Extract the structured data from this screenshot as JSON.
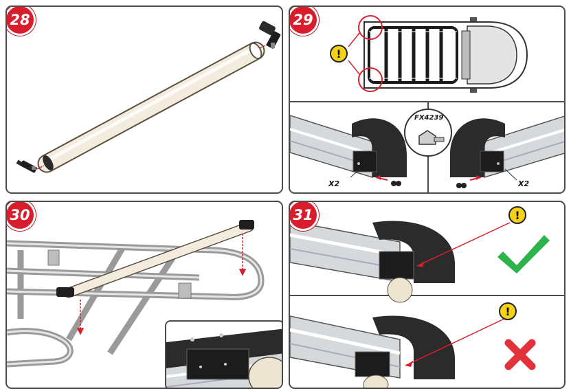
{
  "steps": [
    {
      "number": "28"
    },
    {
      "number": "29",
      "part_code": "FX4239",
      "qty_left": "X2",
      "qty_right": "X2"
    },
    {
      "number": "30"
    },
    {
      "number": "31"
    }
  ],
  "icons": {
    "warning": "warning-exclamation-icon",
    "correct": "green-checkmark-icon",
    "incorrect": "red-cross-icon"
  },
  "colors": {
    "badge_red": "#d81e2c",
    "warning_yellow": "#f5d21a",
    "check_green": "#2eb34a",
    "cross_red": "#e2333a",
    "roller_beige": "#eee4d2"
  }
}
